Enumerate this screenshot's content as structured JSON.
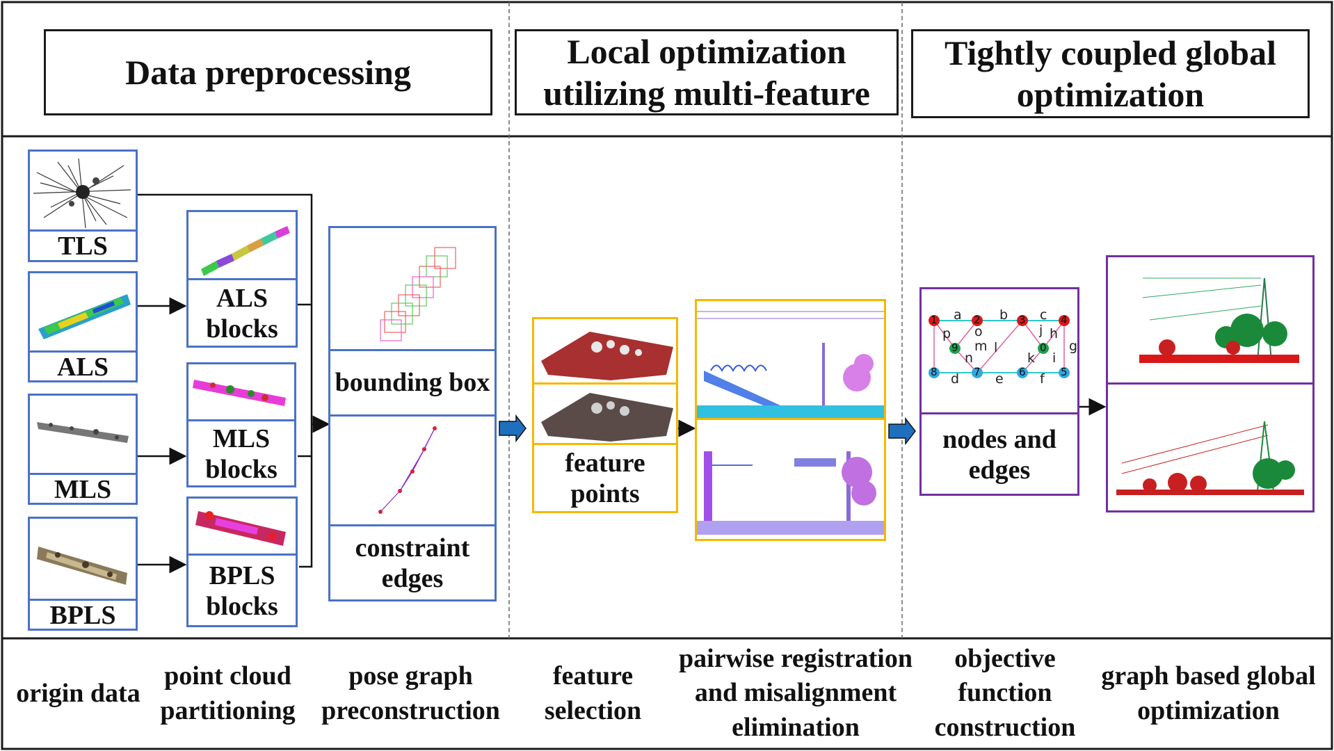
{
  "headers": {
    "preprocessing": "Data preprocessing",
    "local": "Local optimization utilizing multi-feature",
    "global": "Tightly coupled global optimization"
  },
  "sources": [
    "TLS",
    "ALS",
    "MLS",
    "BPLS"
  ],
  "blocks": [
    "ALS blocks",
    "MLS blocks",
    "BPLS blocks"
  ],
  "graph_labels": {
    "bounding_box": "bounding box",
    "constraint_edges": "constraint edges",
    "feature_points": "feature points",
    "nodes_edges": "nodes and edges"
  },
  "node_letters": [
    "a",
    "b",
    "c",
    "d",
    "e",
    "f",
    "g",
    "h",
    "i",
    "j",
    "k",
    "l",
    "m",
    "n",
    "o",
    "p"
  ],
  "node_numbers": [
    "1",
    "2",
    "3",
    "4",
    "5",
    "6",
    "7",
    "8",
    "9",
    "0"
  ],
  "steps": [
    "origin data",
    "point cloud partitioning",
    "pose graph preconstruction",
    "feature selection",
    "pairwise registration and misalignment elimination",
    "objective function construction",
    "graph based global optimization"
  ],
  "colors": {
    "frame": "#1a1a1a",
    "blue_box": "#4a72c4",
    "orange_box": "#f5b800",
    "purple_box": "#7030a0",
    "arrow_blue": "#1f6fbf"
  }
}
